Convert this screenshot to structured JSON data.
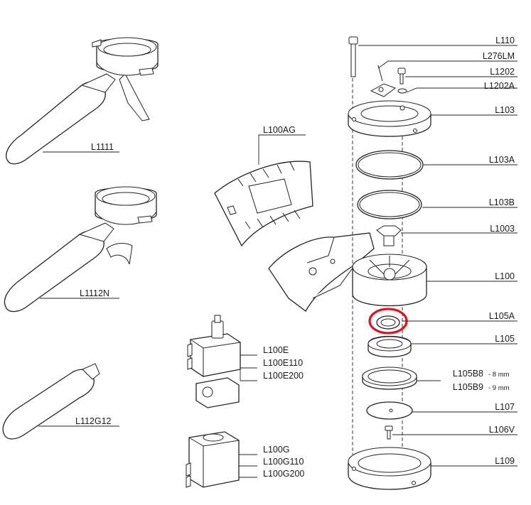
{
  "labels": {
    "L110": "L110",
    "L276LM": "L276LM",
    "L1202": "L1202",
    "L1202A": "L1202A",
    "L103": "L103",
    "L103A": "L103A",
    "L103B": "L103B",
    "L1003": "L1003",
    "L100": "L100",
    "L105A": "L105A",
    "L105": "L105",
    "L105B8": "L105B8",
    "L105B8_note": "- 8 mm",
    "L105B9": "L105B9",
    "L105B9_note": "- 9 mm",
    "L107": "L107",
    "L106V": "L106V",
    "L109": "L109",
    "L1111": "L1111",
    "L1112N": "L1112N",
    "L112G12": "L112G12",
    "L100AG": "L100AG",
    "L100E": "L100E",
    "L100E110": "L100E110",
    "L100E200": "L100E200",
    "L100G": "L100G",
    "L100G110": "L100G110",
    "L100G200": "L100G200"
  },
  "colors": {
    "line": "#222222",
    "highlight": "#e0141e",
    "background": "#ffffff"
  }
}
